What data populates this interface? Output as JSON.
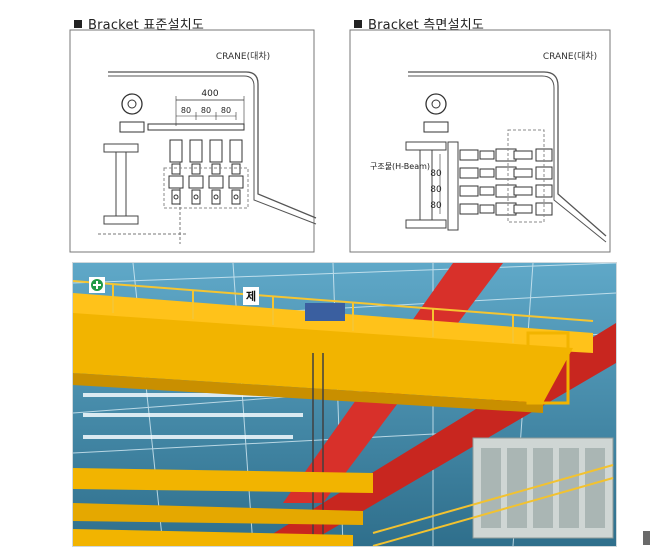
{
  "left_panel": {
    "title": "Bracket 표준설치도",
    "crane_label": "CRANE(대차)",
    "total_dim": "400",
    "sub_dims": [
      "80",
      "80",
      "80"
    ]
  },
  "right_panel": {
    "title": "Bracket 측면설치도",
    "crane_label": "CRANE(대차)",
    "beam_label": "구조물(H-Beam)",
    "vertical_dims": [
      "80",
      "80",
      "80"
    ]
  },
  "photo": {
    "description_marks": [
      "제"
    ],
    "colors": {
      "crane_yellow": "#f2b400",
      "rail_red": "#d8302a",
      "steel_blue": "#7fb6d2"
    }
  }
}
